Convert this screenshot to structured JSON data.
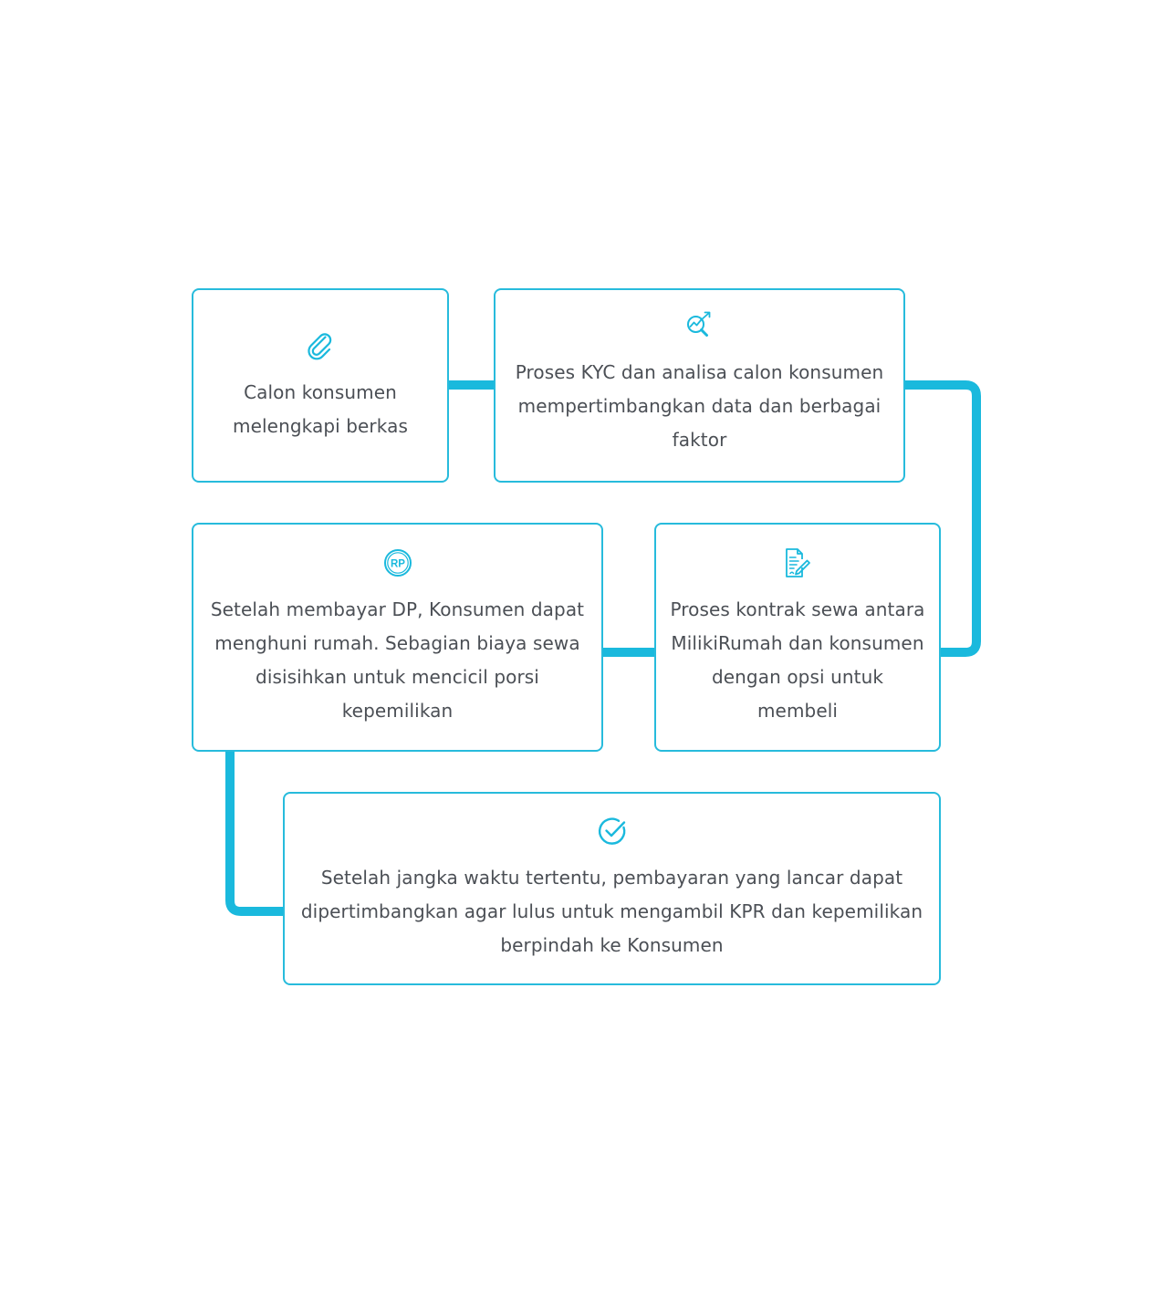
{
  "theme": {
    "accent": "#1ab9dd",
    "border": "#27bbdc",
    "text": "#4b4f55",
    "background": "#ffffff"
  },
  "steps": [
    {
      "icon": "paperclip-icon",
      "text": "Calon konsumen melengkapi berkas"
    },
    {
      "icon": "magnifier-chart-icon",
      "text": "Proses KYC dan analisa calon konsumen mempertimbangkan data  dan berbagai faktor"
    },
    {
      "icon": "contract-document-icon",
      "text": "Proses kontrak sewa antara MilikiRumah dan konsumen dengan opsi untuk membeli"
    },
    {
      "icon": "rupiah-coin-icon",
      "text": "Setelah membayar DP, Konsumen dapat menghuni rumah. Sebagian biaya sewa disisihkan untuk mencicil porsi kepemilikan"
    },
    {
      "icon": "check-circle-icon",
      "text": "Setelah jangka waktu tertentu, pembayaran yang lancar dapat dipertimbangkan agar lulus untuk mengambil KPR dan kepemilikan berpindah ke Konsumen"
    }
  ]
}
